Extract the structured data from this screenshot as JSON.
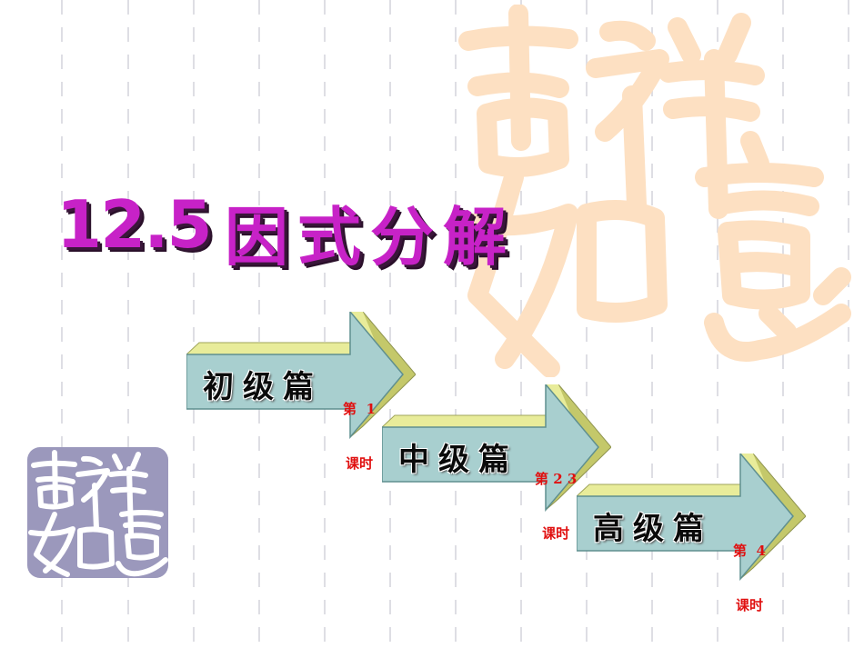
{
  "title": {
    "number": "12.5",
    "topic": "因式分解"
  },
  "watermark": {
    "description_chars": "吉祥如意",
    "large_color": "#fde0c2",
    "small_color": "#9b98bc"
  },
  "sections": [
    {
      "label": "初级篇",
      "lesson_line1": "第  1",
      "lesson_line2": "课时"
    },
    {
      "label": "中级篇",
      "lesson_line1": "第 2 3",
      "lesson_line2": "课时"
    },
    {
      "label": "高级篇",
      "lesson_line1": "第  4",
      "lesson_line2": "课时"
    }
  ],
  "colors": {
    "title": "#c722c7",
    "arrow_face": "#a8cfcf",
    "arrow_top": "#e8ec9a",
    "arrow_side": "#c4c86a",
    "lesson_text": "#e01010"
  }
}
